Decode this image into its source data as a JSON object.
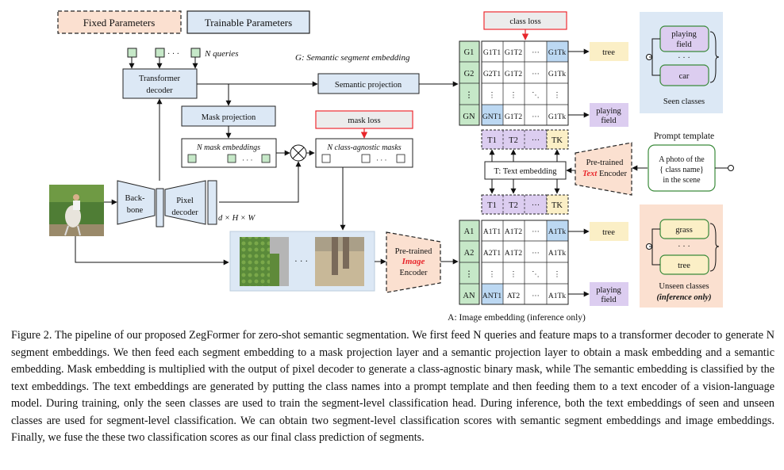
{
  "legend": {
    "fixed": "Fixed Parameters",
    "trainable": "Trainable Parameters"
  },
  "queries_label": "N queries",
  "transformer_decoder": [
    "Transformer",
    "decoder"
  ],
  "semantic_segment_embedding": "G: Semantic segment embedding",
  "semantic_projection": "Semantic projection",
  "mask_projection": "Mask projection",
  "mask_embeddings": "N mask embeddings",
  "class_agnostic_masks": "N class-agnostic masks",
  "mask_loss": "mask loss",
  "class_loss": "class loss",
  "backbone": [
    "Back-",
    "bone"
  ],
  "pixel_decoder": [
    "Pixel",
    "decoder"
  ],
  "feature_dims": "d × H × W",
  "image_encoder": [
    "Pre-trained",
    "Image",
    "Encoder"
  ],
  "text_encoder": [
    "Pre-trained",
    "Text",
    "Encoder"
  ],
  "text_embedding": "T: Text embedding",
  "image_embedding": "A: Image embedding (inference only)",
  "prompt_template": {
    "title": "Prompt template",
    "lines": [
      "A photo of the",
      "{ class name}",
      "in the scene"
    ]
  },
  "seen_classes": {
    "items": [
      "playing",
      "field",
      "· · ·",
      "car"
    ],
    "label": "Seen classes"
  },
  "unseen_classes": {
    "items": [
      "grass",
      "· · ·",
      "tree"
    ],
    "label": "Unseen classes",
    "sublabel": "(inference only)"
  },
  "g_matrix": {
    "row_labels": [
      "G1",
      "G2",
      "⋮",
      "GN"
    ],
    "cells": [
      [
        "G1T1",
        "G1T2",
        "···",
        "G1Tk"
      ],
      [
        "G2T1",
        "G1T2",
        "···",
        "G1Tk"
      ],
      [
        "⋮",
        "⋮",
        "⋱",
        "⋮"
      ],
      [
        "GNT1",
        "G1T2",
        "···",
        "G1Tk"
      ]
    ],
    "predictions": [
      "tree",
      "playing field"
    ]
  },
  "t_row_top": [
    "T1",
    "T2",
    "···",
    "TK"
  ],
  "t_row_bottom": [
    "T1",
    "T2",
    "···",
    "TK"
  ],
  "a_matrix": {
    "row_labels": [
      "A1",
      "A2",
      "⋮",
      "AN"
    ],
    "cells": [
      [
        "A1T1",
        "A1T2",
        "···",
        "A1Tk"
      ],
      [
        "A2T1",
        "A1T2",
        "···",
        "A1Tk"
      ],
      [
        "⋮",
        "⋮",
        "⋱",
        "⋮"
      ],
      [
        "ANT1",
        "AT2",
        "···",
        "A1Tk"
      ]
    ],
    "predictions": [
      "tree",
      "playing field"
    ]
  },
  "dots": "· · ·",
  "colors": {
    "fixed": "#fbe0d0",
    "trainable": "#dce8f5",
    "green": "#c6e8c8",
    "purple": "#dccdf0",
    "yellow": "#fbefc6",
    "blue_cell": "#bcd8f2",
    "red": "#e8262b"
  },
  "caption": [
    "Figure 2. The pipeline of our proposed ZegFormer for zero-shot semantic segmentation. We first feed N queries and feature maps to a transformer decoder to generate N segment embeddings. We then feed each segment embedding to a mask projection layer and a semantic projection layer to obtain a mask embedding and a semantic embedding. Mask embedding is multiplied with the output of pixel decoder to generate a class-agnostic binary mask, while The semantic embedding is classified by the text embeddings. The text embeddings are generated by putting the class names into a prompt template and then feeding them to a text encoder of a vision-language model. During training, only the seen classes are used to train the segment-level classification head. During inference, both the text embeddings of seen and unseen classes are used for segment-level classification. We can obtain two segment-level classification scores with semantic segment embeddings and image embeddings. Finally, we fuse the these two classification scores as our final class prediction of segments."
  ]
}
